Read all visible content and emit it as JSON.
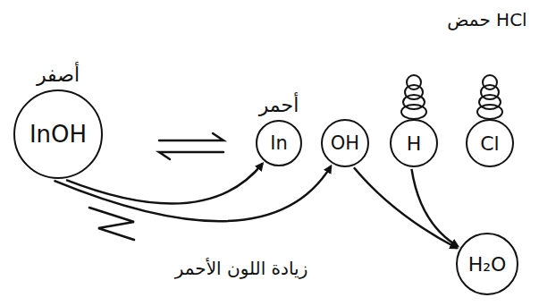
{
  "diagram": {
    "nodes": [
      {
        "text": [
          "أصفر",
          "InOH"
        ]
      },
      {
        "text": [
          "أحمر",
          "In"
        ]
      },
      {
        "text": [
          "OH"
        ]
      },
      {
        "text": [
          "H"
        ]
      },
      {
        "text": [
          "Cl"
        ]
      },
      {
        "text": [
          "H₂O"
        ]
      }
    ],
    "edges": [
      {
        "from": 0,
        "to": 1,
        "arrow": "to"
      },
      {
        "from": 0,
        "to": 2,
        "arrow": "to"
      },
      {
        "from": 2,
        "to": 5,
        "arrow": "to"
      },
      {
        "from": 3,
        "to": 5,
        "arrow": "to"
      }
    ],
    "labels": [
      "حمض HCl",
      "زيادة اللون الأحمر"
    ]
  }
}
